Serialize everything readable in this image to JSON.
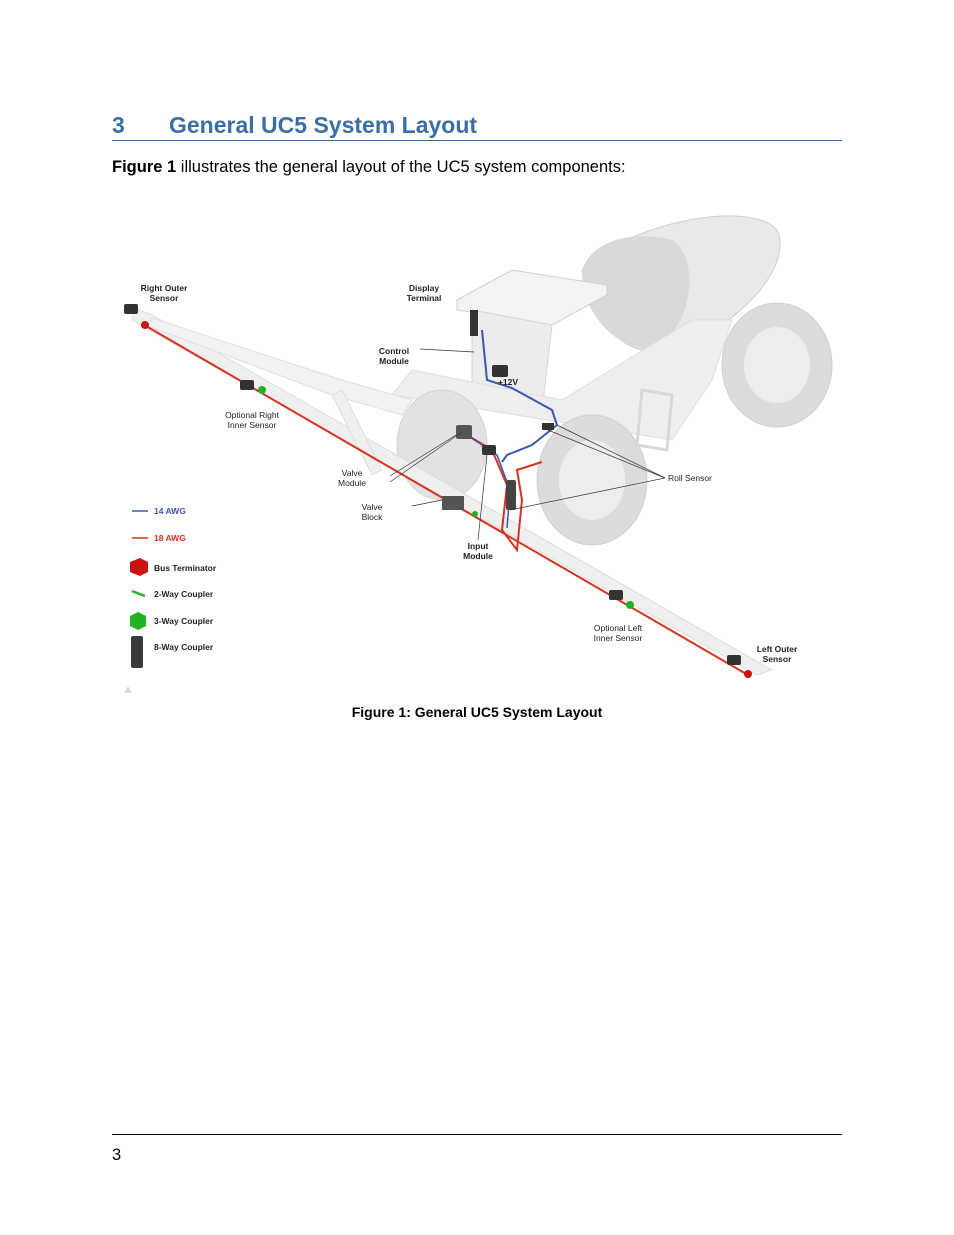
{
  "section": {
    "number": "3",
    "title": "General UC5 System Layout"
  },
  "intro": {
    "ref": "Figure 1",
    "text": " illustrates the general layout of the UC5 system components:"
  },
  "figure": {
    "labels": {
      "right_outer_1": "Right Outer",
      "right_outer_2": "Sensor",
      "display_1": "Display",
      "display_2": "Terminal",
      "control_1": "Control",
      "control_2": "Module",
      "plus12": "+12V",
      "opt_right_1": "Optional Right",
      "opt_right_2": "Inner Sensor",
      "valve_mod_1": "Valve",
      "valve_mod_2": "Module",
      "valve_block_1": "Valve",
      "valve_block_2": "Block",
      "input_1": "Input",
      "input_2": "Module",
      "roll": "Roll Sensor",
      "opt_left_1": "Optional Left",
      "opt_left_2": "Inner Sensor",
      "left_outer_1": "Left Outer",
      "left_outer_2": "Sensor"
    },
    "legend": {
      "awg14": "14 AWG",
      "awg18": "18 AWG",
      "bus": "Bus Terminator",
      "two_way": "2-Way Coupler",
      "three_way": "3-Way Coupler",
      "eight_way": "8-Way Coupler"
    },
    "colors": {
      "wire14": "#3b57b5",
      "wire18": "#d8321e",
      "terminator": "#cc1111",
      "coupler": "#22b222",
      "heading": "#3a6ea5"
    }
  },
  "caption": "Figure 1: General UC5 System Layout",
  "page_number": "3"
}
